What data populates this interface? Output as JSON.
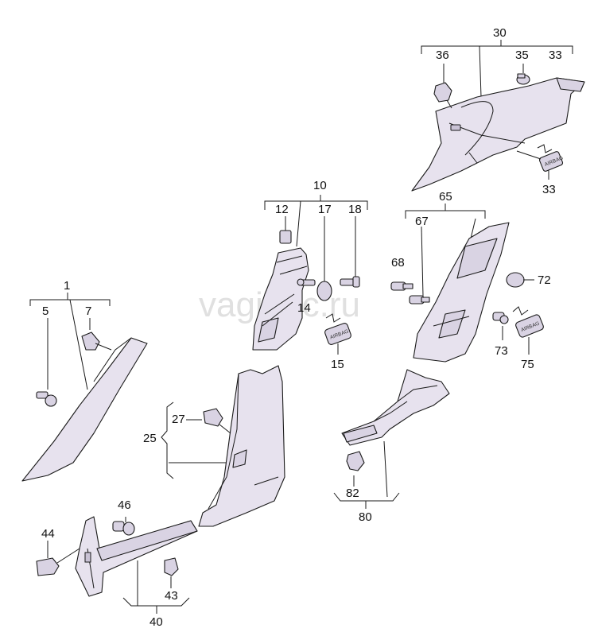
{
  "watermark": "vagidoc.ru",
  "labels": {
    "l1": "1",
    "l5": "5",
    "l7": "7",
    "l10": "10",
    "l12": "12",
    "l14": "14",
    "l15": "15",
    "l17": "17",
    "l18": "18",
    "l25": "25",
    "l27": "27",
    "l30": "30",
    "l33a": "33",
    "l33b": "33",
    "l35": "35",
    "l36": "36",
    "l40": "40",
    "l43": "43",
    "l44": "44",
    "l46": "46",
    "l65": "65",
    "l67": "67",
    "l68": "68",
    "l72": "72",
    "l73": "73",
    "l75": "75",
    "l80": "80",
    "l82": "82"
  },
  "airbag_tag": "AIRBAG"
}
